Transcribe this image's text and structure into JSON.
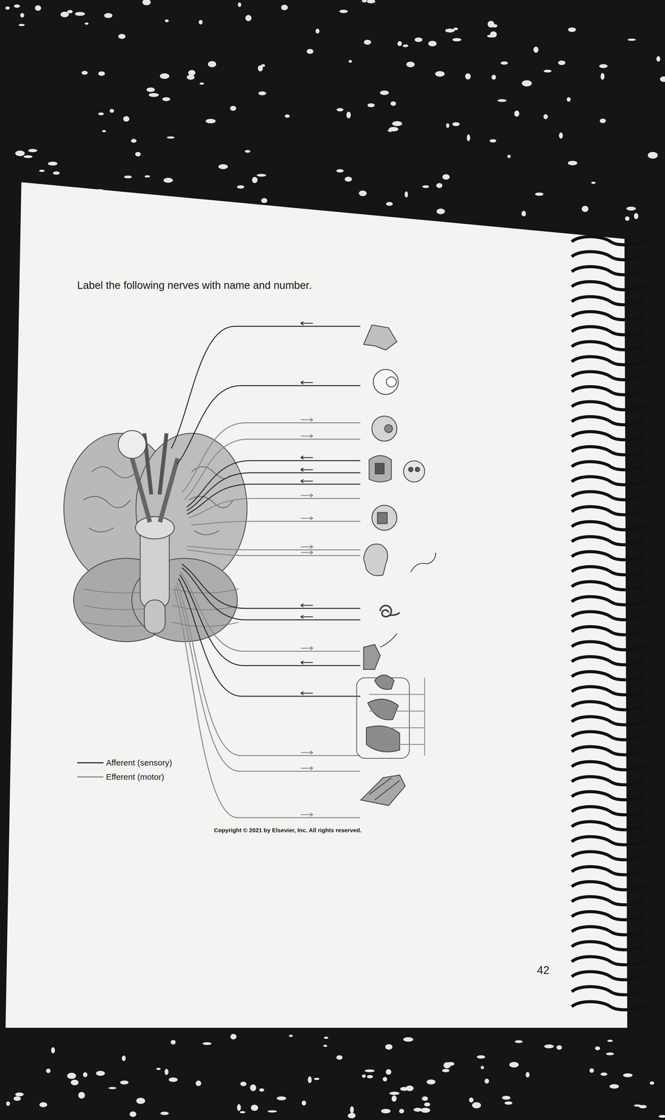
{
  "diagram": {
    "title": "Label the following nerves with name and number.",
    "labels": [
      "Copyright © 2021 by Elsevier, Inc. All rights reserved.",
      "42"
    ],
    "legend": [
      {
        "text": "Afferent (sensory)"
      },
      {
        "text": "Efferent (motor)"
      }
    ]
  }
}
